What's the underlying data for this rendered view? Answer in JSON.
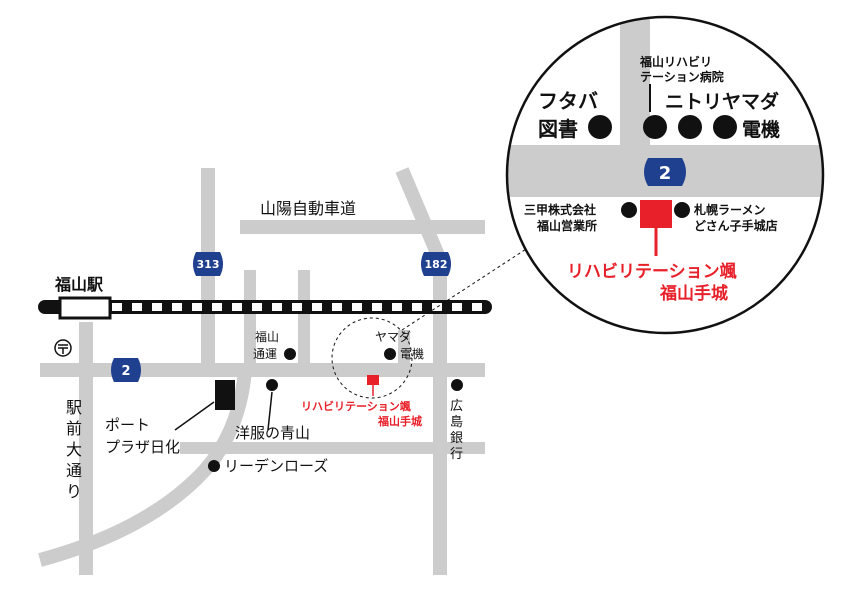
{
  "map": {
    "labels": {
      "expressway": "山陽自動車道",
      "station": "福山駅",
      "ekimae_line1": "駅",
      "ekimae_line2": "前",
      "ekimae_line3": "大",
      "ekimae_line4": "通",
      "ekimae_line5": "り",
      "fukuyama_tsuun_line1": "福山",
      "fukuyama_tsuun_line2": "通運",
      "yamada_line1": "ヤマダ",
      "yamada_line2": "電機",
      "port_plaza_line1": "ポート",
      "port_plaza_line2": "プラザ日化",
      "yofuku_aoyama": "洋服の青山",
      "lidenrose": "リーデンローズ",
      "hiroshima_bank_line1": "広",
      "hiroshima_bank_line2": "島",
      "hiroshima_bank_line3": "銀",
      "hiroshima_bank_line4": "行",
      "clinic_line1": "リハビリテーション颯",
      "clinic_line2": "福山手城"
    },
    "route_shields": {
      "r313": "313",
      "r182": "182",
      "r2": "2"
    }
  },
  "inset": {
    "labels": {
      "futaba_line1": "フタバ",
      "futaba_line2": "図書",
      "hospital_line1": "福山リハビリ",
      "hospital_line2": "テーション病院",
      "nitori_yamada_line1": "ニトリヤマダ",
      "nitori_yamada_line2": "電機",
      "sanko_line1": "三甲株式会社",
      "sanko_line2": "福山営業所",
      "ramen_line1": "札幌ラーメン",
      "ramen_line2": "どさん子手城店",
      "clinic_line1": "リハビリテーション颯",
      "clinic_line2": "福山手城"
    },
    "route_shield": "2"
  },
  "colors": {
    "road": "#cccccc",
    "accent": "#e8202a",
    "shield": "#1f3f8f",
    "marker": "#111111"
  }
}
